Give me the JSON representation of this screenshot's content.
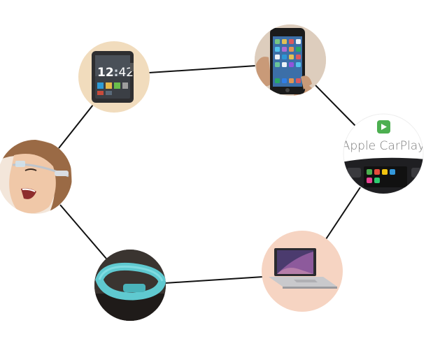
{
  "diagram": {
    "nodes": [
      {
        "id": "smartwatch",
        "name": "smartwatch-node",
        "watch_time_hour": "12",
        "watch_time_min": "42",
        "bg": "#f1dcbd"
      },
      {
        "id": "smartphone",
        "name": "smartphone-node",
        "bg": "#e8d9c9"
      },
      {
        "id": "carplay",
        "name": "apple-carplay-node",
        "label": "Apple CarPlay",
        "bg": "#ffffff",
        "accent": "#4caf50"
      },
      {
        "id": "laptop",
        "name": "laptop-node",
        "bg": "#f6d4c2"
      },
      {
        "id": "fitness-band",
        "name": "fitness-band-node",
        "bg": "#2a2a2a",
        "accent": "#5fc9d0"
      },
      {
        "id": "smart-glasses",
        "name": "smart-glasses-node",
        "bg": "#f3e6da"
      }
    ],
    "edge_color": "#111111"
  }
}
